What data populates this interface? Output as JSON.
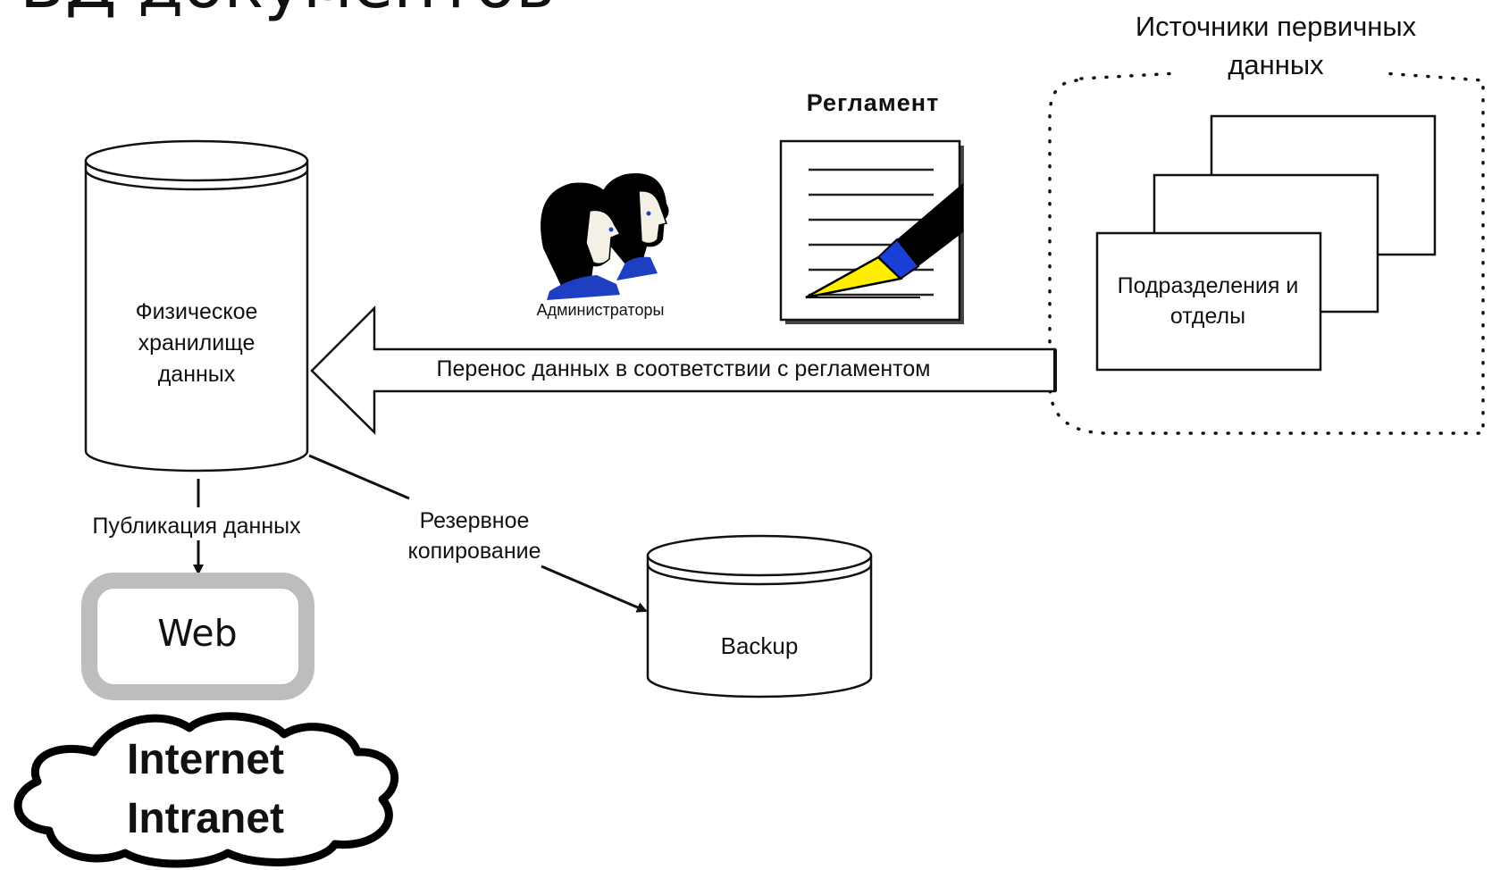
{
  "title_fragment": "БД документов",
  "sources": {
    "title_line1": "Источники первичных",
    "title_line2": "данных",
    "box_line1": "Подразделения и",
    "box_line2": "отделы"
  },
  "reglament": {
    "label": "Регламент"
  },
  "admins": {
    "label": "Администраторы"
  },
  "transfer": {
    "label": "Перенос данных в соответствии с регламентом"
  },
  "storage": {
    "line1": "Физическое",
    "line2": "хранилище",
    "line3": "данных"
  },
  "publication": {
    "label": "Публикация данных"
  },
  "web": {
    "label": "Web"
  },
  "cloud": {
    "line1": "Internet",
    "line2": "Intranet"
  },
  "backup_edge": {
    "line1": "Резервное",
    "line2": "копирование"
  },
  "backup": {
    "label": "Backup"
  },
  "colors": {
    "pen_tip": "#ffee00",
    "pen_band": "#1a3fd6",
    "admin_shirt": "#1f3fc2",
    "web_frame": "#bdbdbd"
  }
}
